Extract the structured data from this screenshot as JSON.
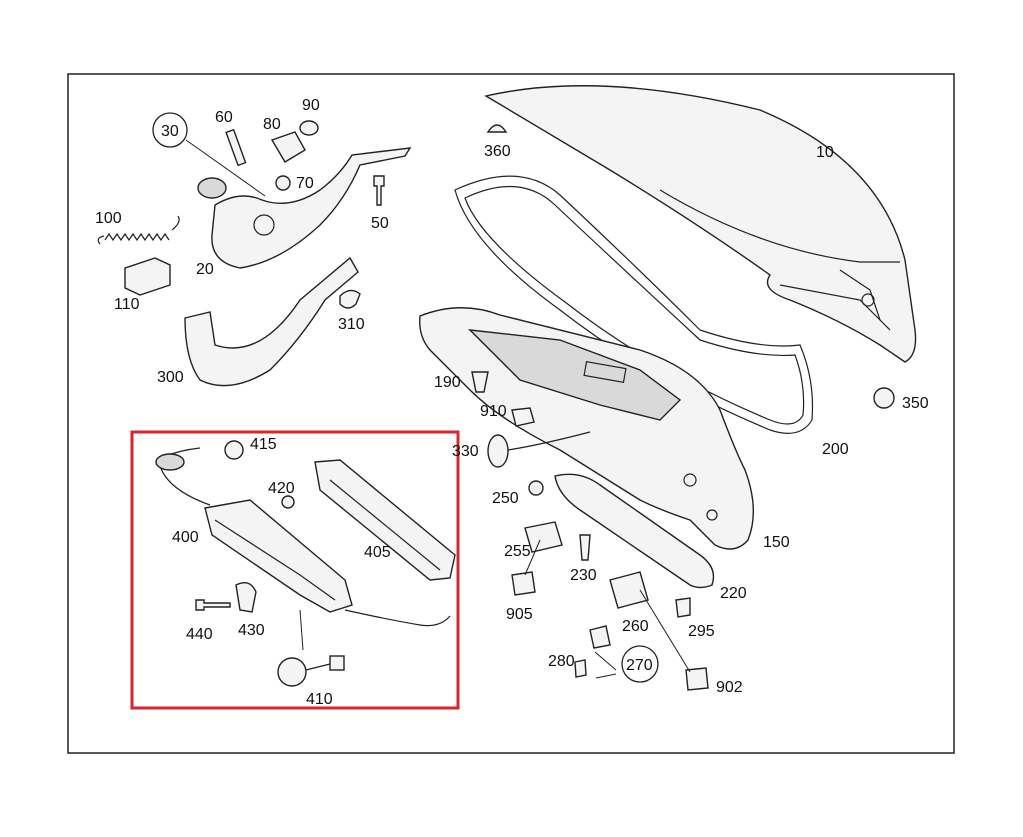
{
  "colors": {
    "frame": "#222222",
    "highlight": "#d7262e",
    "part_fill": "#f4f4f4"
  },
  "labels": {
    "p10": "10",
    "p20": "20",
    "p30": "30",
    "p50": "50",
    "p60": "60",
    "p70": "70",
    "p80": "80",
    "p90": "90",
    "p100": "100",
    "p110": "110",
    "p150": "150",
    "p190": "190",
    "p200": "200",
    "p220": "220",
    "p230": "230",
    "p250": "250",
    "p255": "255",
    "p260": "260",
    "p270": "270",
    "p280": "280",
    "p295": "295",
    "p300": "300",
    "p310": "310",
    "p330": "330",
    "p350": "350",
    "p360": "360",
    "p400": "400",
    "p405": "405",
    "p410": "410",
    "p415": "415",
    "p420": "420",
    "p430": "430",
    "p440": "440",
    "p902": "902",
    "p905": "905",
    "p910": "910"
  }
}
